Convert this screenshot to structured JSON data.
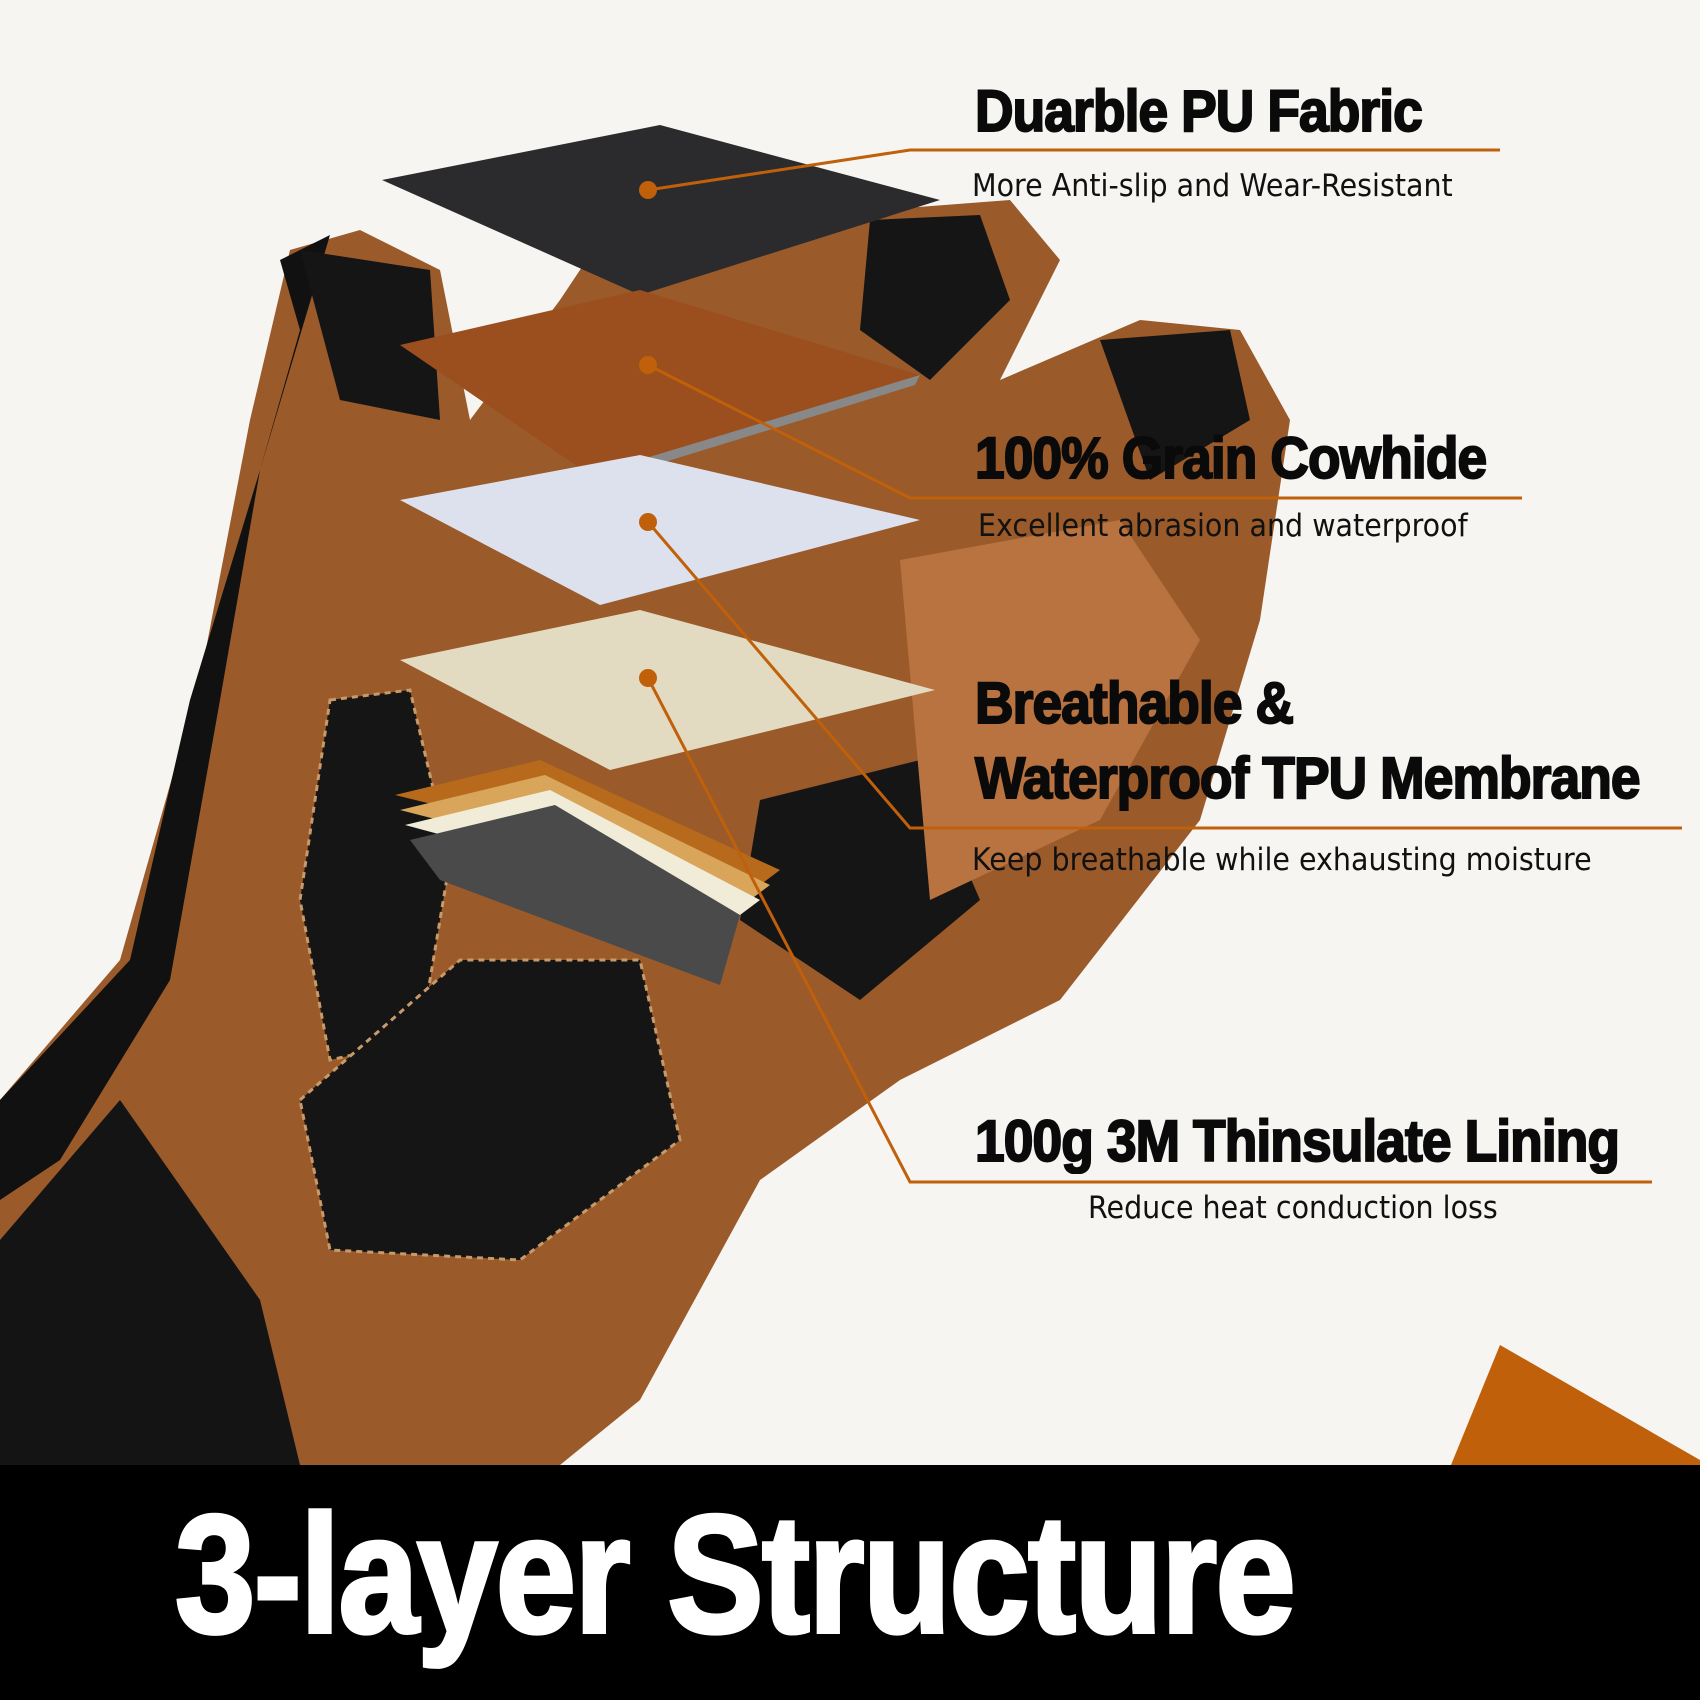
{
  "colors": {
    "accent": "#c0600a",
    "band": "#000000",
    "text": "#0a0a0a"
  },
  "layers": [
    {
      "title": "Duarble PU Fabric",
      "subtitle": "More Anti-slip and Wear-Resistant"
    },
    {
      "title": "100% Grain Cowhide",
      "subtitle": "Excellent abrasion and waterproof"
    },
    {
      "title_line1": "Breathable &",
      "title_line2": "Waterproof TPU Membrane",
      "subtitle": "Keep breathable while exhausting moisture"
    },
    {
      "title": "100g 3M Thinsulate Lining",
      "subtitle": "Reduce heat conduction loss"
    }
  ],
  "banner": {
    "headline": "3-layer Structure"
  }
}
